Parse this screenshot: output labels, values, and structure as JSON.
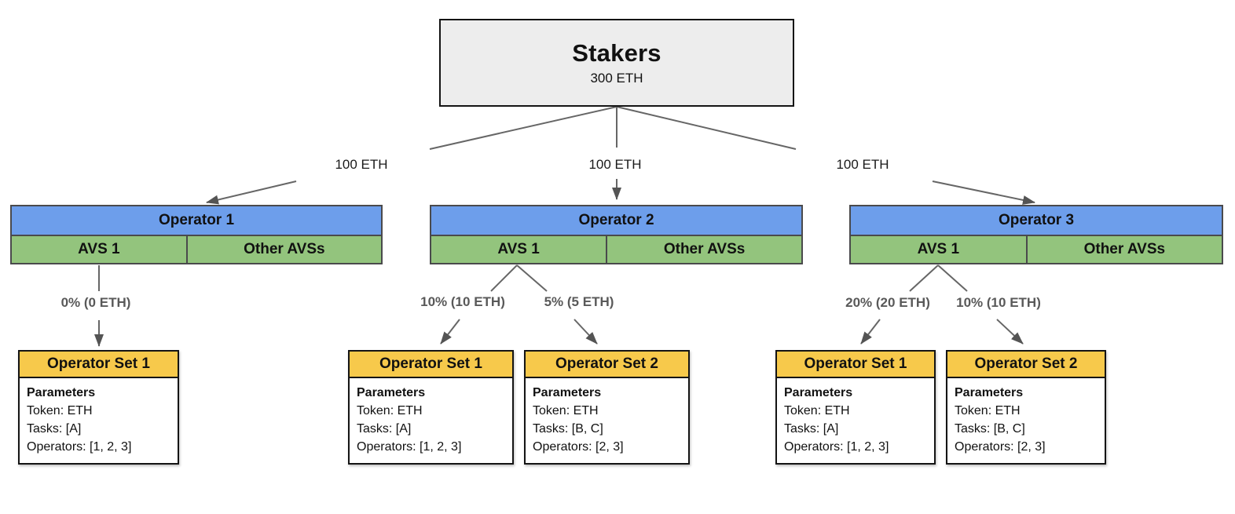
{
  "stakers": {
    "title": "Stakers",
    "amount": "300 ETH"
  },
  "delegations": [
    {
      "label": "100 ETH"
    },
    {
      "label": "100 ETH"
    },
    {
      "label": "100 ETH"
    }
  ],
  "operators": [
    {
      "title": "Operator 1",
      "avs": "AVS 1",
      "other": "Other AVSs"
    },
    {
      "title": "Operator 2",
      "avs": "AVS 1",
      "other": "Other AVSs"
    },
    {
      "title": "Operator 3",
      "avs": "AVS 1",
      "other": "Other AVSs"
    }
  ],
  "allocations": [
    {
      "label": "0% (0 ETH)"
    },
    {
      "label": "10% (10 ETH)"
    },
    {
      "label": "5% (5 ETH)"
    },
    {
      "label": "20% (20 ETH)"
    },
    {
      "label": "10% (10 ETH)"
    }
  ],
  "operator_sets": [
    {
      "title": "Operator Set 1",
      "params_heading": "Parameters",
      "token": "Token: ETH",
      "tasks": "Tasks: [A]",
      "operators": "Operators: [1, 2, 3]"
    },
    {
      "title": "Operator Set 1",
      "params_heading": "Parameters",
      "token": "Token: ETH",
      "tasks": "Tasks: [A]",
      "operators": "Operators: [1, 2, 3]"
    },
    {
      "title": "Operator Set 2",
      "params_heading": "Parameters",
      "token": "Token: ETH",
      "tasks": "Tasks: [B, C]",
      "operators": "Operators: [2, 3]"
    },
    {
      "title": "Operator Set 1",
      "params_heading": "Parameters",
      "token": "Token: ETH",
      "tasks": "Tasks: [A]",
      "operators": "Operators: [1, 2, 3]"
    },
    {
      "title": "Operator Set 2",
      "params_heading": "Parameters",
      "token": "Token: ETH",
      "tasks": "Tasks: [B, C]",
      "operators": "Operators: [2, 3]"
    }
  ],
  "colors": {
    "c-operator": "#6d9eeb",
    "c-avs": "#93c47d",
    "c-set": "#f7c94b",
    "c-stakers": "#ededed",
    "c-line": "#666666",
    "c-arrow": "#545454",
    "c-pct": "#595959"
  }
}
